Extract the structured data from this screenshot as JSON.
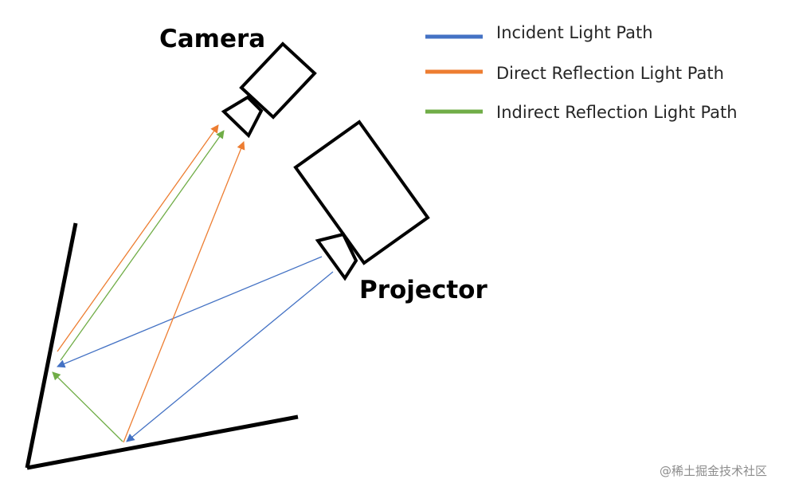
{
  "labels": {
    "camera": "Camera",
    "projector": "Projector"
  },
  "legend": [
    {
      "label": "Incident Light Path",
      "color": "#4472C4"
    },
    {
      "label": "Direct Reflection Light Path",
      "color": "#ED7D31"
    },
    {
      "label": "Indirect Reflection Light Path",
      "color": "#70AD47"
    }
  ],
  "colors": {
    "incident": "#4472C4",
    "direct": "#ED7D31",
    "indirect": "#70AD47",
    "outline": "#000000"
  },
  "watermark": "@稀土掘金技术社区"
}
